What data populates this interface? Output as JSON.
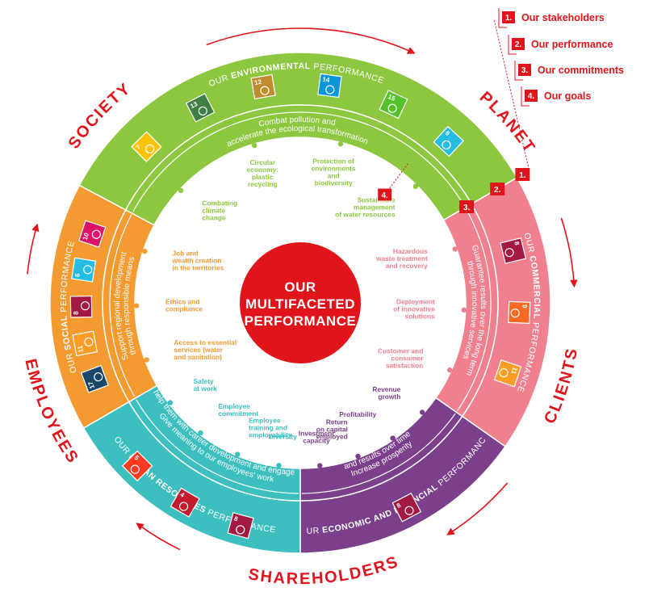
{
  "center": {
    "lines": [
      "OUR",
      "MULTIFACETED",
      "PERFORMANCE"
    ]
  },
  "stakeholders": [
    "PLANET",
    "CLIENTS",
    "SHAREHOLDERS",
    "EMPLOYEES",
    "SOCIETY"
  ],
  "legend": [
    {
      "num": "1.",
      "text": "Our stakeholders"
    },
    {
      "num": "2.",
      "text": "Our performance"
    },
    {
      "num": "3.",
      "text": "Our commitments"
    },
    {
      "num": "4.",
      "text": "Our goals"
    }
  ],
  "markers": [
    "1.",
    "2.",
    "3.",
    "4."
  ],
  "segments": {
    "environmental": {
      "color": "#8dc63f",
      "title_pre": "OUR ",
      "title_bold": "ENVIRONMENTAL",
      "title_post": " PERFORMANCE",
      "commitment": [
        "Combat pollution and",
        "accelerate the ecological transformation"
      ],
      "sdgs": [
        {
          "num": "7",
          "color": "#fcc30b"
        },
        {
          "num": "13",
          "color": "#3f7e44"
        },
        {
          "num": "12",
          "color": "#bf8b2e"
        },
        {
          "num": "14",
          "color": "#0a97d9"
        },
        {
          "num": "15",
          "color": "#56c02b"
        },
        {
          "num": "6",
          "color": "#26bde2"
        }
      ],
      "goals": [
        [
          "Combating",
          "climate",
          "change"
        ],
        [
          "Circular",
          "economy:",
          "plastic",
          "recycling"
        ],
        [
          "Protection of",
          "environments",
          "and",
          "biodiversity"
        ],
        [
          "Sustainable",
          "management",
          "of water resources"
        ]
      ]
    },
    "commercial": {
      "color": "#f0808e",
      "title_pre": "OUR ",
      "title_bold": "COMMERCIAL",
      "title_post": " PERFORMANCE",
      "commitment": [
        "Guarantee results over the long term",
        "through innovative services"
      ],
      "sdgs": [
        {
          "num": "8",
          "color": "#a21942"
        },
        {
          "num": "9",
          "color": "#fd6925"
        },
        {
          "num": "11",
          "color": "#fd9d24"
        }
      ],
      "goals": [
        [
          "Hazardous",
          "waste treatment",
          "and recovery"
        ],
        [
          "Deployment",
          "of innovative",
          "solutions"
        ],
        [
          "Customer and",
          "consumer",
          "satisfaction"
        ]
      ]
    },
    "economic": {
      "color": "#7b3f8c",
      "title_pre": "OUR ",
      "title_bold": "ECONOMIC AND FINANCIAL",
      "title_post": " PERFORMANCE",
      "commitment": [
        "Increase prosperity",
        "and results over time"
      ],
      "sdgs": [
        {
          "num": "8",
          "color": "#a21942"
        }
      ],
      "goals": [
        [
          "Revenue",
          "growth"
        ],
        [
          "Profitability"
        ],
        [
          "Return",
          "on capital",
          "employed"
        ],
        [
          "Investment",
          "capacity"
        ]
      ]
    },
    "human": {
      "color": "#3dbfbf",
      "title_pre": "OUR ",
      "title_bold": "HUMAN RESOURCES",
      "title_post": " PERFORMANCE",
      "commitment": [
        "Give meaning to our employees' work",
        "and help them with career development and engagement"
      ],
      "sdgs": [
        {
          "num": "8",
          "color": "#a21942"
        },
        {
          "num": "4",
          "color": "#c5192d"
        },
        {
          "num": "5",
          "color": "#ff3a21"
        }
      ],
      "goals": [
        [
          "Diversity"
        ],
        [
          "Employee",
          "training and",
          "employability"
        ],
        [
          "Employee",
          "commitment"
        ],
        [
          "Safety",
          "at work"
        ]
      ]
    },
    "social": {
      "color": "#f39a30",
      "title_pre": "OUR ",
      "title_bold": "SOCIAL",
      "title_post": " PERFORMANCE",
      "commitment": [
        "Support regional development",
        "through responsible means"
      ],
      "sdgs": [
        {
          "num": "17",
          "color": "#19486a"
        },
        {
          "num": "11",
          "color": "#fd9d24"
        },
        {
          "num": "8",
          "color": "#a21942"
        },
        {
          "num": "6",
          "color": "#26bde2"
        },
        {
          "num": "10",
          "color": "#dd1367"
        }
      ],
      "goals": [
        [
          "Access to essential",
          "services (water",
          "and sanitation)"
        ],
        [
          "Ethics and",
          "compliance"
        ],
        [
          "Job and",
          "wealth creation",
          "in the territories"
        ]
      ]
    }
  },
  "colors": {
    "accent": "#e2141b",
    "white": "#ffffff"
  }
}
